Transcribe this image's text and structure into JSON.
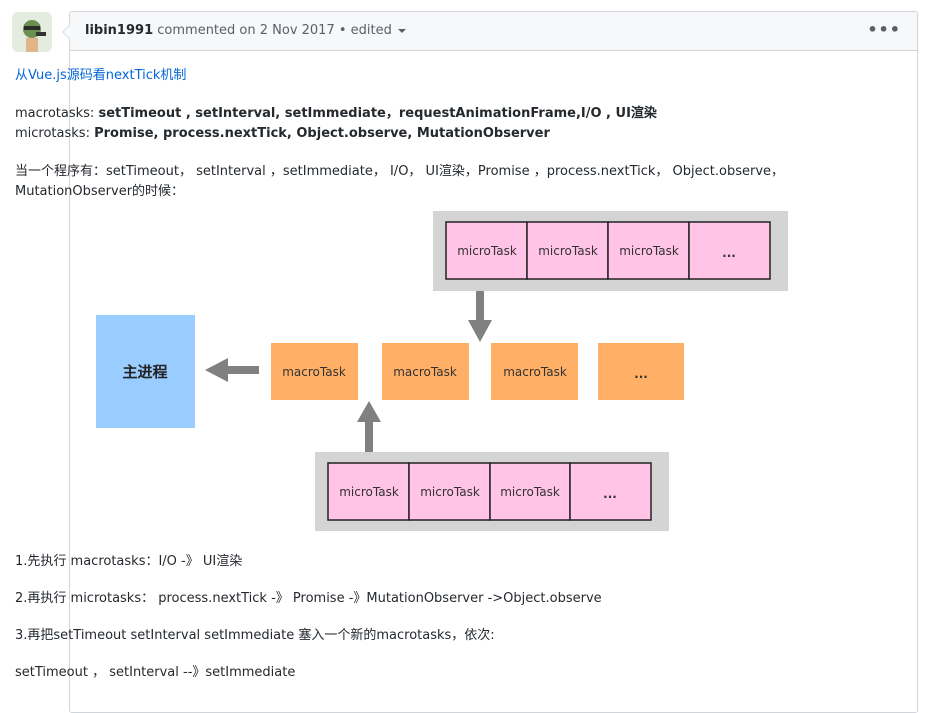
{
  "header": {
    "author": "libin1991",
    "meta": "commented on 2 Nov 2017 • edited",
    "more_label": "•••"
  },
  "body": {
    "link": "从Vue.js源码看nextTick机制",
    "macrotasks_label": "macrotasks: ",
    "macrotasks_items": "setTimeout ,  setInterval,  setImmediate，requestAnimationFrame,I/O ,  UI渲染",
    "microtasks_label": "microtasks: ",
    "microtasks_items": "Promise,  process.nextTick,  Object.observe,  MutationObserver",
    "intro_line1": "当一个程序有：setTimeout， setInterval ，setImmediate， I/O， UI渲染，Promise ，process.nextTick， Object.observe，",
    "intro_line2": "MutationObserver的时候：",
    "step1": "1.先执行 macrotasks：I/O -》 UI渲染",
    "step2": "2.再执行 microtasks： process.nextTick -》 Promise -》MutationObserver ->Object.observe",
    "step3": "3.再把setTimeout setInterval setImmediate 塞入一个新的macrotasks，依次:",
    "step4": "setTimeout ， setInterval --》setImmediate"
  },
  "diagram": {
    "main_process": "主进程",
    "macro_tasks": [
      "macroTask",
      "macroTask",
      "macroTask",
      "..."
    ],
    "micro_top": [
      "microTask",
      "microTask",
      "microTask",
      "..."
    ],
    "micro_bottom": [
      "microTask",
      "microTask",
      "microTask",
      "..."
    ],
    "colors": {
      "main": "#99ccff",
      "macro": "#ffb066",
      "micro": "#ffc4e6",
      "frame": "#d4d4d4",
      "arrow": "#808080"
    }
  }
}
